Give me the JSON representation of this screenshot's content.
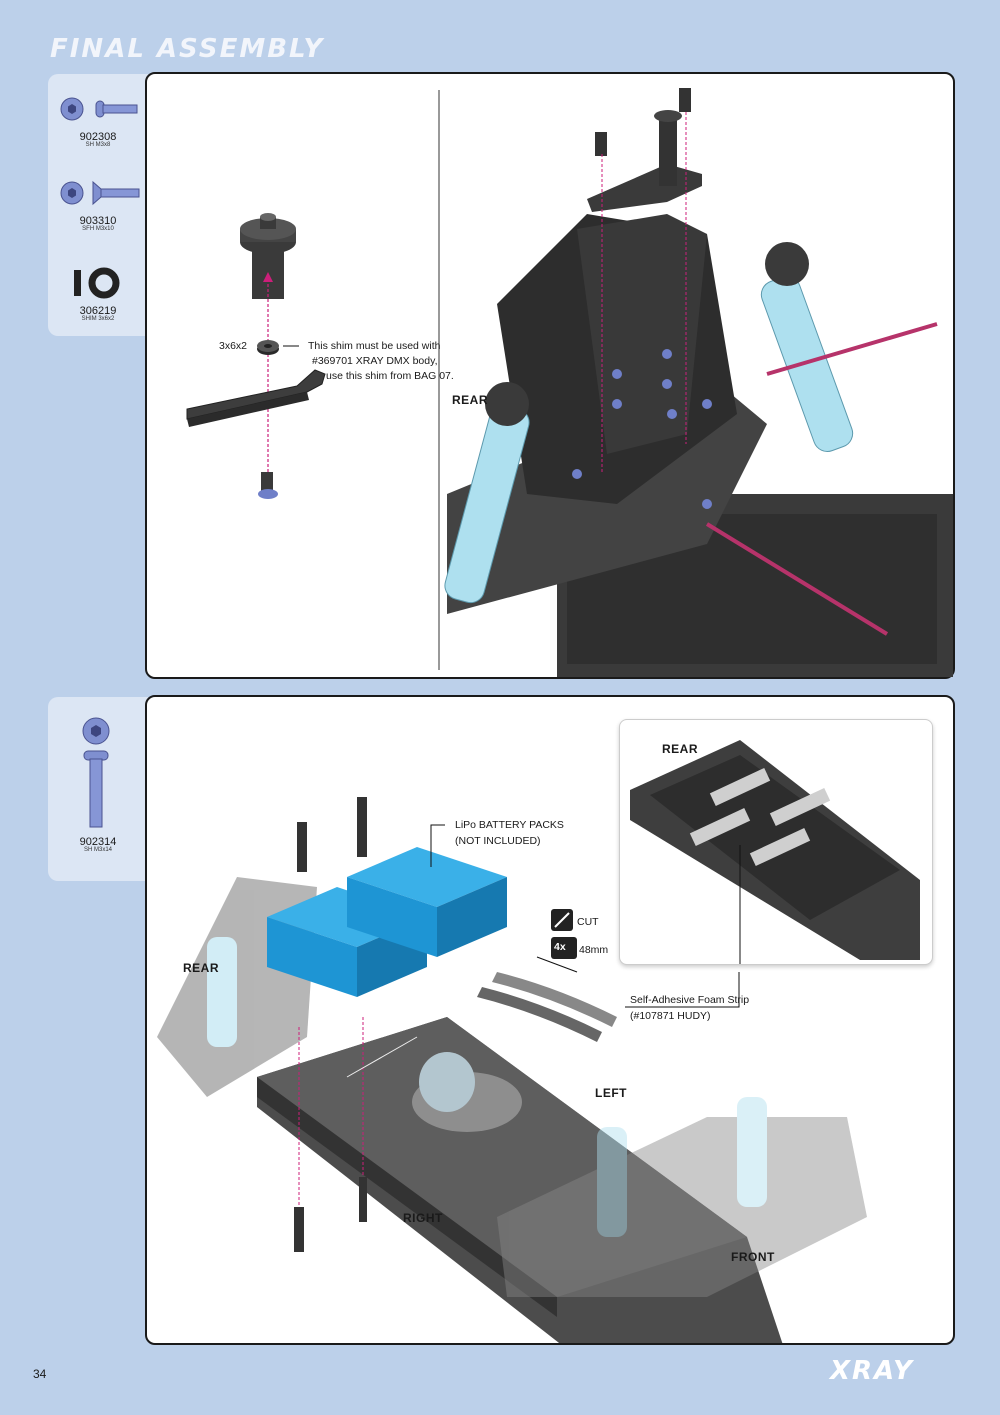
{
  "page": {
    "title": "FINAL ASSEMBLY",
    "page_number": "34",
    "brand": "XRAY"
  },
  "colors": {
    "background": "#bcd0ea",
    "sidebar": "#dce6f4",
    "accent_pink": "#cc1f7a",
    "part_blue": "#6f7fc8",
    "battery_blue": "#1e95d4"
  },
  "step1": {
    "parts": [
      {
        "code": "902308",
        "desc": "SH M3x8",
        "icon": "button-head-screw-icon"
      },
      {
        "code": "903310",
        "desc": "SFH M3x10",
        "icon": "flat-head-screw-icon"
      },
      {
        "code": "306219",
        "desc": "SHIM 3x6x2",
        "icon": "shim-icon"
      }
    ],
    "shim_label": "3x6x2",
    "shim_note": [
      "This shim must be used with",
      "#369701 XRAY DMX body,",
      "use this shim from BAG 07."
    ],
    "direction_rear": "REAR"
  },
  "step2": {
    "parts": [
      {
        "code": "902314",
        "desc": "SH M3x14",
        "icon": "long-screw-icon"
      }
    ],
    "battery_label": [
      "LiPo BATTERY PACKS",
      "(NOT INCLUDED)"
    ],
    "cut_label": "CUT",
    "qty_label": "4x",
    "length_label": "48mm",
    "foam_label": [
      "Self-Adhesive Foam Strip",
      "(#107871 HUDY)"
    ],
    "directions": {
      "rear": "REAR",
      "inset_rear": "REAR",
      "left": "LEFT",
      "right": "RIGHT",
      "front": "FRONT"
    }
  }
}
